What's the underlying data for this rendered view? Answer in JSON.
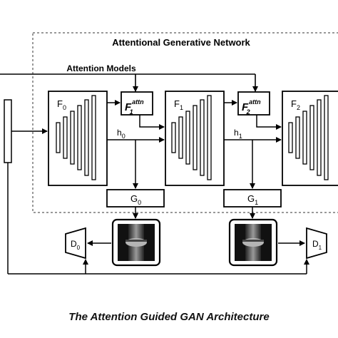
{
  "network_title": "Attentional Generative Network",
  "attention_models_label": "Attention Models",
  "stages": [
    {
      "base": "F",
      "sub": "0"
    },
    {
      "base": "F",
      "sub": "1"
    },
    {
      "base": "F",
      "sub": "2"
    }
  ],
  "attn_blocks": [
    {
      "base": "F",
      "sup": "attn",
      "sub": "1"
    },
    {
      "base": "F",
      "sup": "attn",
      "sub": "2"
    }
  ],
  "hidden": [
    {
      "base": "h",
      "sub": "0"
    },
    {
      "base": "h",
      "sub": "1"
    }
  ],
  "generators": [
    {
      "base": "G",
      "sub": "0"
    },
    {
      "base": "G",
      "sub": "1"
    }
  ],
  "discriminators": [
    {
      "base": "D",
      "sub": "0"
    },
    {
      "base": "D",
      "sub": "1"
    }
  ],
  "images": [
    "knee-xray",
    "knee-xray"
  ],
  "caption": "The Attention Guided GAN Architecture"
}
